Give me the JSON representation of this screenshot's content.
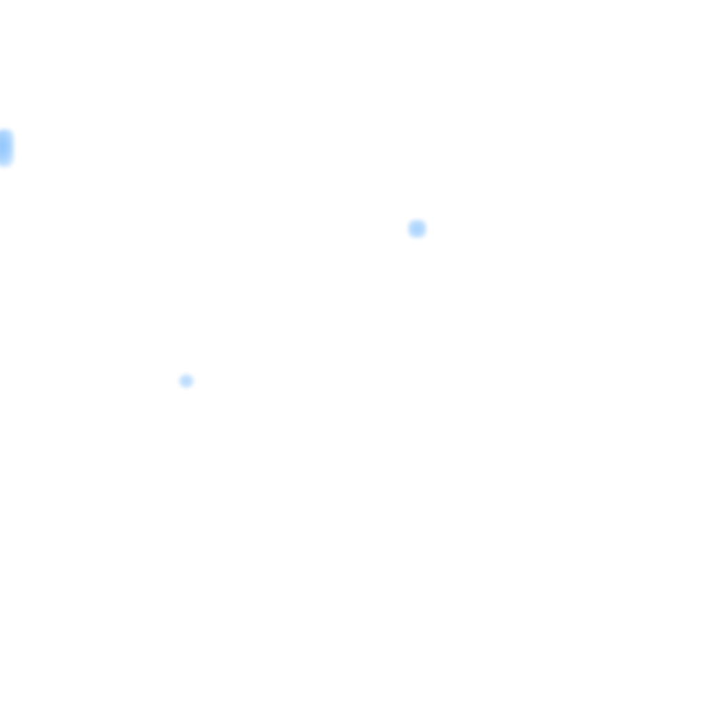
{
  "page": {
    "background_color": "#ffffff"
  },
  "marks": {
    "accent_color": "#a6d2fd",
    "items": [
      {
        "name": "edge-blue-blob"
      },
      {
        "name": "center-blue-blob"
      },
      {
        "name": "lower-blue-blob"
      }
    ]
  }
}
